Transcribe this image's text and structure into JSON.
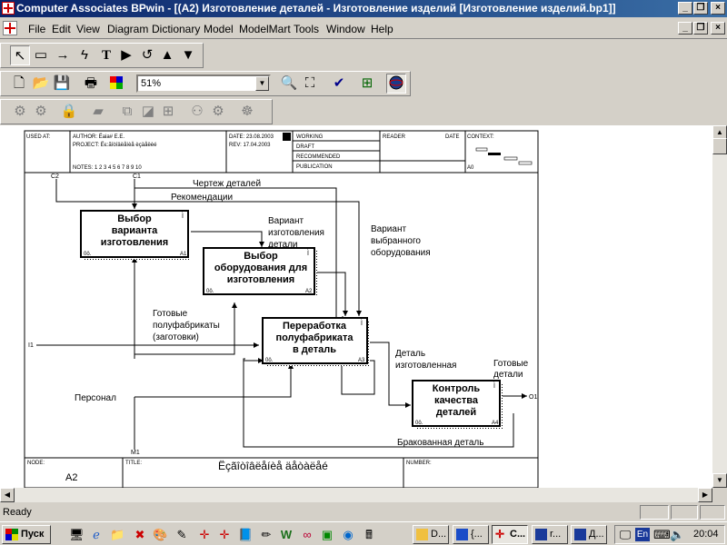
{
  "window": {
    "title": "Computer Associates BPwin - [(A2) Изготовление  деталей - Изготовление изделий  [Изготовление изделий.bp1]]",
    "minimize": "_",
    "restore": "❐",
    "close": "×"
  },
  "menu": {
    "items": [
      "File",
      "Edit",
      "View",
      "Diagram",
      "Dictionary",
      "Model",
      "ModelMart",
      "Tools",
      "Window",
      "Help"
    ]
  },
  "toolbar": {
    "zoom_value": "51%",
    "zoom_dropdown_icon": "▼"
  },
  "diagram": {
    "header": {
      "used_at": "USED AT:",
      "author": "AUTHOR: Ёаіа# Е.Е.",
      "project": "PROJECT: Ёє:ãîòîâëåíèå èçäåëèé",
      "notes": "NOTES:  1  2  3  4  5  6  7  8  9  10",
      "date": "DATE: 23.08.2003",
      "rev": "REV:   17.04.2003",
      "status": [
        "WORKING",
        "DRAFT",
        "RECOMMENDED",
        "PUBLICATION"
      ],
      "reader": "READER",
      "date_label": "DATE",
      "context": "CONTEXT:",
      "context_node": "A0"
    },
    "footer": {
      "node_label": "NODE:",
      "node_value": "A2",
      "title_label": "TITLE:",
      "title_value": "Ëçãîòîâëåíèå  äåòàëåé",
      "number_label": "NUMBER:"
    },
    "boxes": [
      {
        "lines": [
          "Выбор",
          "варианта",
          "изготовления"
        ],
        "code": "A1",
        "ref": "0ô."
      },
      {
        "lines": [
          "Выбор",
          "оборудования для",
          "изготовления"
        ],
        "code": "A2",
        "ref": "0ô."
      },
      {
        "lines": [
          "Переработка",
          "полуфабриката",
          "в деталь"
        ],
        "code": "A3",
        "ref": "0ô."
      },
      {
        "lines": [
          "Контроль",
          "качества",
          "деталей"
        ],
        "code": "A4",
        "ref": "0ô."
      }
    ],
    "tunnel_marker": "Ì",
    "arrow_labels": {
      "drawing": "Чертеж деталей",
      "recommendations": "Рекомендации",
      "variant": [
        "Вариант",
        "изготовления",
        "детали"
      ],
      "chosen_equipment": [
        "Вариант",
        "выбранного",
        "оборудования"
      ],
      "semi_finished": [
        "Готовые",
        "полуфабрикаты",
        "(заготовки)"
      ],
      "made_part": [
        "Деталь",
        "изготовленная"
      ],
      "finished_parts": [
        "Готовые",
        "детали"
      ],
      "personnel": "Персонал",
      "rejected": "Бракованная деталь"
    },
    "icoms": {
      "c1": "C1",
      "c2": "C2",
      "i1": "I1",
      "o1": "O1",
      "m1": "M1"
    }
  },
  "status": {
    "text": "Ready"
  },
  "taskbar": {
    "start_label": "Пуск",
    "buttons": [
      "D...",
      "{...",
      "C...",
      "r...",
      "Д..."
    ],
    "lang": "En",
    "time": "20:04"
  }
}
